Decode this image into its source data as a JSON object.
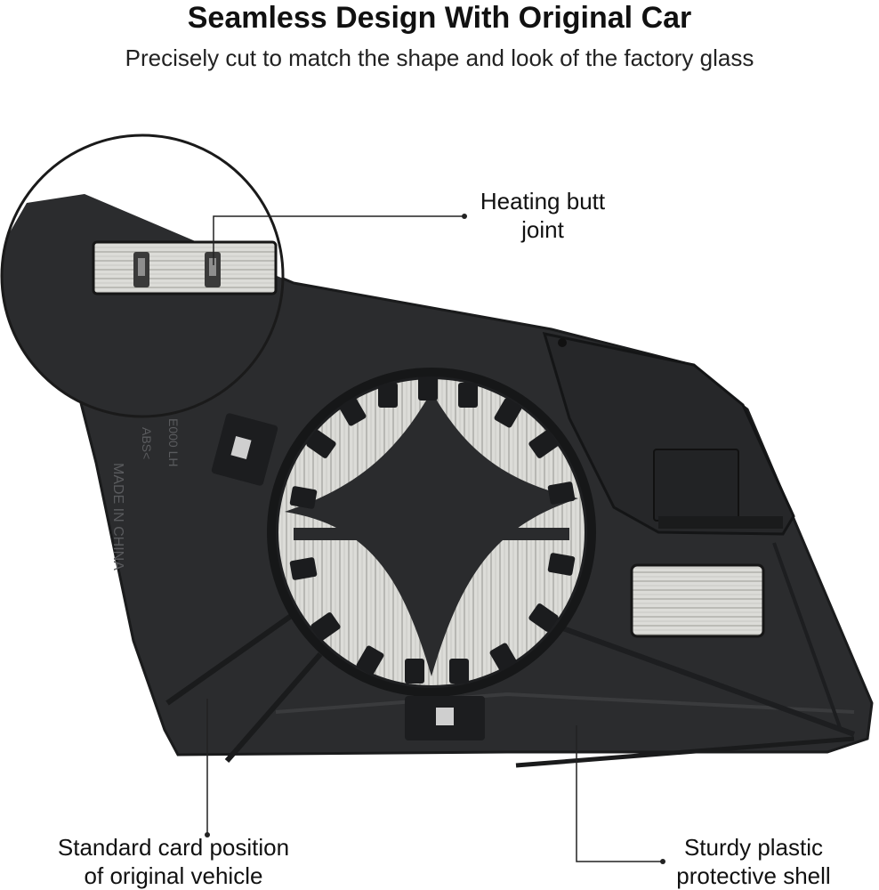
{
  "header": {
    "title": "Seamless Design With Original Car",
    "subtitle": "Precisely cut to match the shape and look of the factory glass"
  },
  "callouts": {
    "heating": "Heating butt\njoint",
    "card_position": "Standard card position\nof original vehicle",
    "shell": "Sturdy plastic\nprotective shell"
  },
  "embossed_text": [
    "MADE IN CHINA",
    "ABS<",
    "E000 LH"
  ],
  "colors": {
    "shell": "#2b2c2e",
    "shell_edge": "#1a1b1c",
    "heater": "#d9d9d6",
    "heater_line": "#9a9a96",
    "background": "#ffffff"
  }
}
